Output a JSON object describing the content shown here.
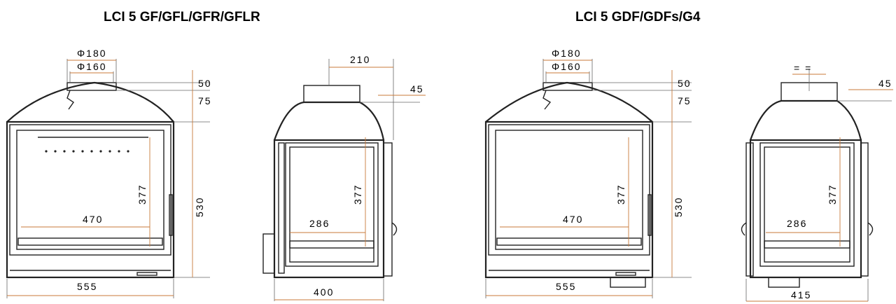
{
  "titles": {
    "left": "LCI 5 GF/GFL/GFR/GFLR",
    "right": "LCI 5 GDF/GDFs/G4"
  },
  "views": {
    "gf_front": {
      "d180": "Φ180",
      "d160": "Φ160",
      "h50": "50",
      "h75": "75",
      "h530": "530",
      "h377": "377",
      "w470": "470",
      "w555": "555"
    },
    "gf_side": {
      "w210": "210",
      "h45": "45",
      "h377": "377",
      "w286": "286",
      "w400": "400"
    },
    "gdf_front": {
      "d180": "Φ180",
      "d160": "Φ160",
      "h50": "50",
      "h75": "75",
      "h530": "530",
      "h377": "377",
      "w470": "470",
      "w555": "555"
    },
    "gdf_side": {
      "eq": "= =",
      "h45": "45",
      "h377": "377",
      "w286": "286",
      "w415": "415"
    }
  },
  "colors": {
    "outline": "#222222",
    "dimension_arrow": "#c97a3a",
    "text": "#000000"
  }
}
